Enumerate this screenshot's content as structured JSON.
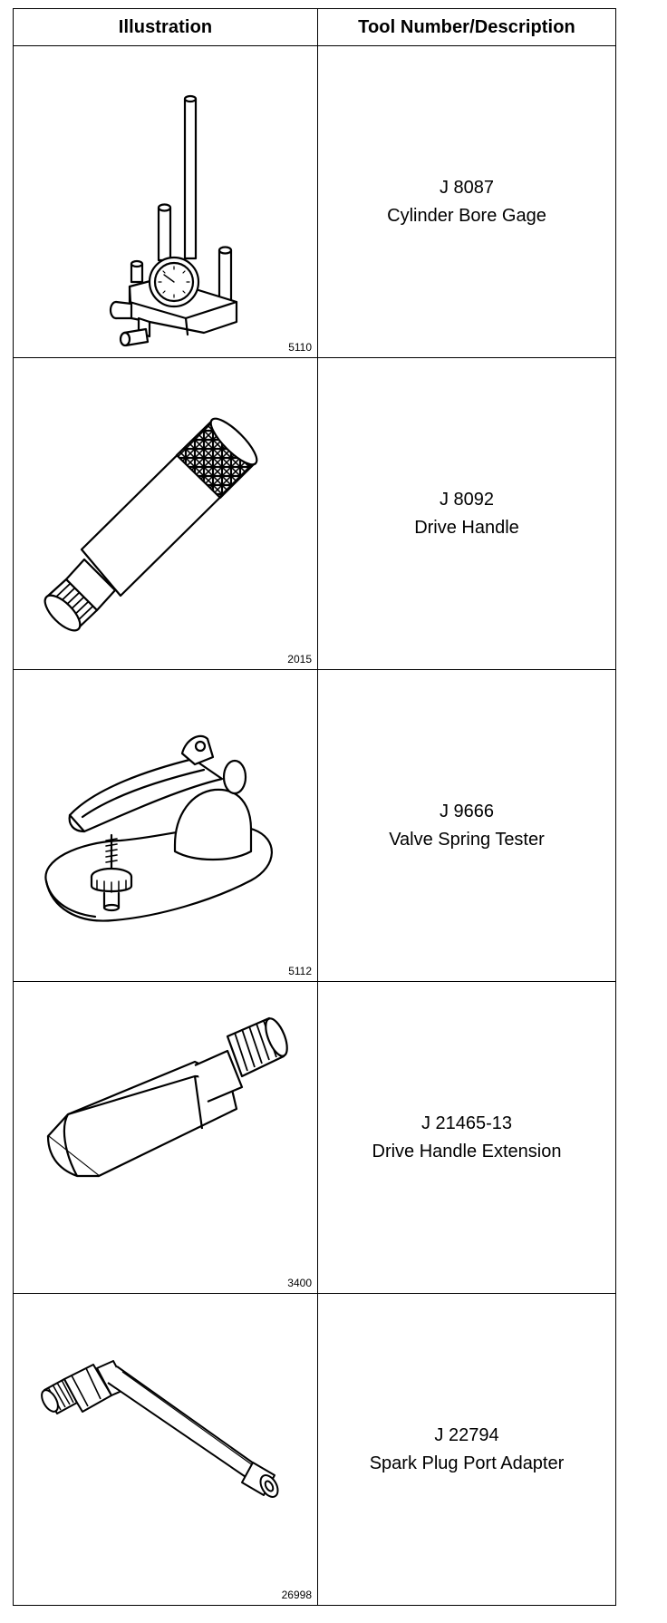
{
  "header": {
    "illustration": "Illustration",
    "tool": "Tool Number/Description"
  },
  "tools": [
    {
      "number": "J 8087",
      "name": "Cylinder Bore Gage",
      "figure": "5110",
      "icon": "cylinder-bore-gage-illustration"
    },
    {
      "number": "J 8092",
      "name": "Drive Handle",
      "figure": "2015",
      "icon": "drive-handle-illustration"
    },
    {
      "number": "J 9666",
      "name": "Valve Spring Tester",
      "figure": "5112",
      "icon": "valve-spring-tester-illustration"
    },
    {
      "number": "J 21465-13",
      "name": "Drive Handle Extension",
      "figure": "3400",
      "icon": "drive-handle-extension-illustration"
    },
    {
      "number": "J 22794",
      "name": "Spark Plug Port Adapter",
      "figure": "26998",
      "icon": "spark-plug-port-adapter-illustration"
    }
  ]
}
